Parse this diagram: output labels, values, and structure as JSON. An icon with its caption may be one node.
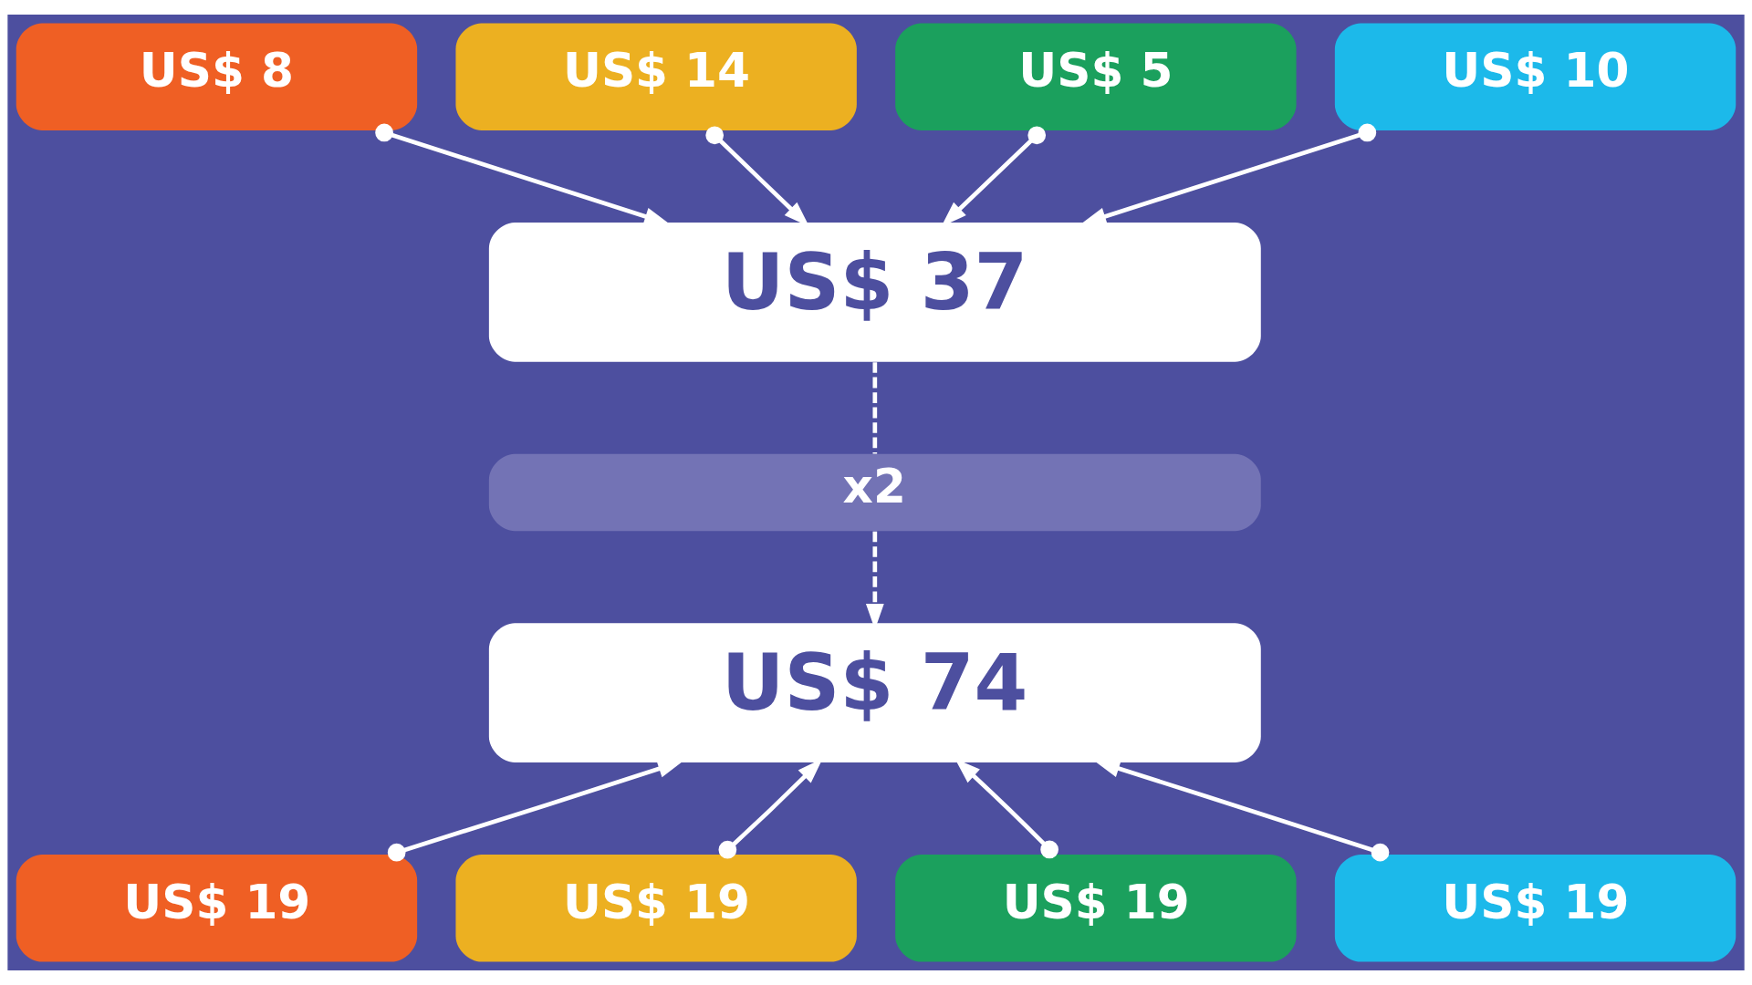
{
  "diagram": {
    "nodes": [
      {
        "text": [
          "US$ 8"
        ]
      },
      {
        "text": [
          "US$ 14"
        ]
      },
      {
        "text": [
          "US$ 5"
        ]
      },
      {
        "text": [
          "US$ 10"
        ]
      },
      {
        "text": [
          "US$ 37"
        ]
      },
      {
        "text": [
          "x2"
        ]
      },
      {
        "text": [
          "US$ 74"
        ]
      },
      {
        "text": [
          "US$ 19"
        ]
      },
      {
        "text": [
          "US$ 19"
        ]
      },
      {
        "text": [
          "US$ 19"
        ]
      },
      {
        "text": [
          "US$ 19"
        ]
      }
    ],
    "edges": [
      {
        "from": 0,
        "to": 4,
        "arrow": "to"
      },
      {
        "from": 1,
        "to": 4,
        "arrow": "to"
      },
      {
        "from": 2,
        "to": 4,
        "arrow": "to"
      },
      {
        "from": 3,
        "to": 4,
        "arrow": "to"
      },
      {
        "from": 4,
        "to": 5,
        "arrow": "none",
        "style": "dashed"
      },
      {
        "from": 5,
        "to": 6,
        "arrow": "to",
        "style": "dashed"
      },
      {
        "from": 7,
        "to": 6,
        "arrow": "to"
      },
      {
        "from": 8,
        "to": 6,
        "arrow": "to"
      },
      {
        "from": 9,
        "to": 6,
        "arrow": "to"
      },
      {
        "from": 10,
        "to": 6,
        "arrow": "to"
      }
    ]
  }
}
